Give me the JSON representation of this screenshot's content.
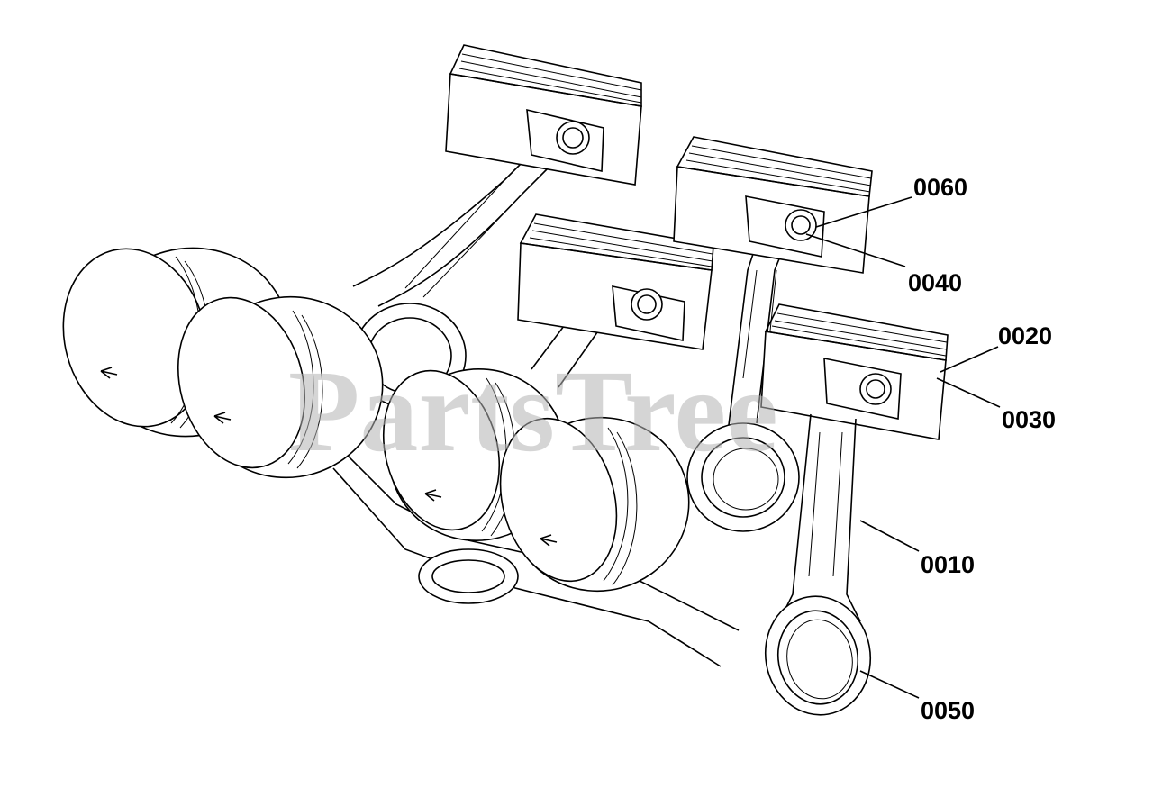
{
  "diagram": {
    "watermark": "PartsTree",
    "callouts": [
      {
        "id": "c0060",
        "label": "0060"
      },
      {
        "id": "c0040",
        "label": "0040"
      },
      {
        "id": "c0020",
        "label": "0020"
      },
      {
        "id": "c0030",
        "label": "0030"
      },
      {
        "id": "c0010",
        "label": "0010"
      },
      {
        "id": "c0050",
        "label": "0050"
      }
    ],
    "pistons": [
      {
        "name": "piston-1"
      },
      {
        "name": "piston-2"
      },
      {
        "name": "piston-3"
      },
      {
        "name": "piston-4"
      },
      {
        "name": "piston-5"
      },
      {
        "name": "piston-6"
      },
      {
        "name": "piston-7"
      },
      {
        "name": "piston-8"
      }
    ]
  }
}
